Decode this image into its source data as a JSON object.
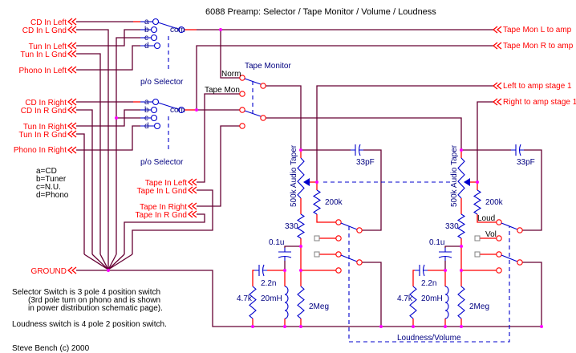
{
  "title": "6088 Preamp: Selector / Tape Monitor / Volume / Loudness",
  "inputs": {
    "cd_left": "CD In Left",
    "cd_l_gnd": "CD In L Gnd",
    "tun_left": "Tun In Left",
    "tun_l_gnd": "Tun In L Gnd",
    "phono_left": "Phono In Left",
    "cd_right": "CD In Right",
    "cd_r_gnd": "CD In R Gnd",
    "tun_right": "Tun In Right",
    "tun_r_gnd": "Tun In R Gnd",
    "phono_right": "Phono In Right",
    "tape_left": "Tape In Left",
    "tape_l_gnd": "Tape In L Gnd",
    "tape_right": "Tape In Right",
    "tape_r_gnd": "Tape In R Gnd",
    "ground": "GROUND"
  },
  "outputs": {
    "tape_mon_l": "Tape Mon L to amp",
    "tape_mon_r": "Tape Mon R to amp",
    "left_stage1": "Left to amp stage 1",
    "right_stage1": "Right to amp stage 1"
  },
  "selector": {
    "a": "a",
    "b": "b",
    "c": "c",
    "d": "d",
    "com": "com",
    "label": "p/o Selector"
  },
  "tape_monitor": {
    "label": "Tape Monitor",
    "norm": "Norm",
    "tape_mon": "Tape Mon"
  },
  "components": {
    "pot": "500k Audio Taper",
    "cap_33p": "33pF",
    "r_200k": "200k",
    "r_330": "330",
    "cap_01u": "0.1u",
    "cap_22n": "2.2n",
    "r_47k": "4.7k",
    "l_20mh": "20mH",
    "r_2meg": "2Meg",
    "loud": "Loud",
    "vol": "Vol",
    "switch_label": "Loudness/Volume"
  },
  "legend": [
    "a=CD",
    "b=Tuner",
    "c=N.U.",
    "d=Phono"
  ],
  "notes": [
    "Selector Switch is 3 pole 4 position switch",
    "(3rd pole turn on phono and is shown",
    "in power distribution schematic page).",
    "Loudness switch is 4 pole 2 position switch."
  ],
  "credit": "Steve Bench (c) 2000",
  "colors": {
    "wire": "#660033",
    "lead": "#ff0000",
    "component": "#0000cc",
    "junction": "#ff00ff",
    "label": "#ff0000",
    "text": "#000080"
  }
}
